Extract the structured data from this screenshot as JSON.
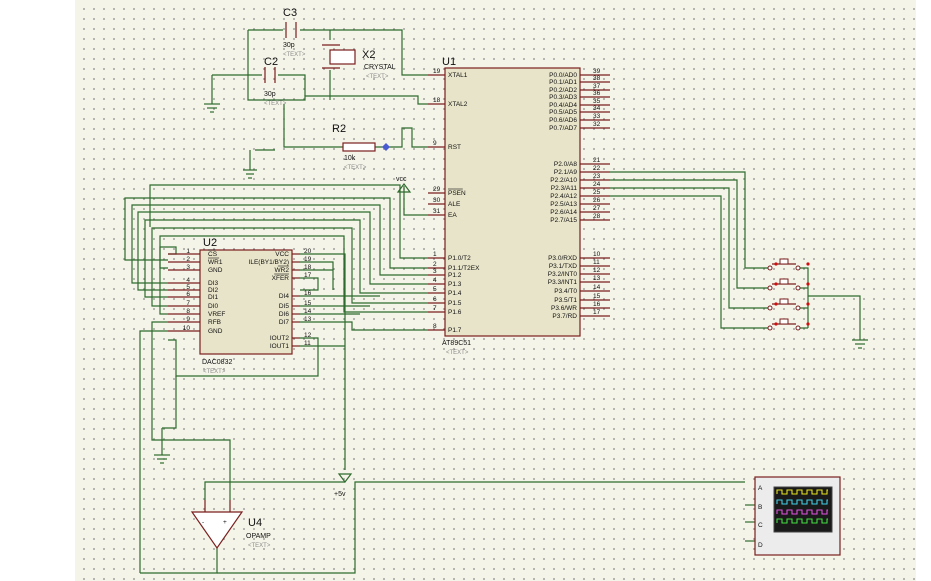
{
  "placeholder_text": "<TEXT>",
  "vcc_label": "vcc",
  "plus5_label": "+5v",
  "components": {
    "c3": {
      "ref": "C3",
      "value": "30p"
    },
    "c2": {
      "ref": "C2",
      "value": "30p"
    },
    "x2": {
      "ref": "X2",
      "value": "CRYSTAL"
    },
    "r2": {
      "ref": "R2",
      "value": "10k"
    },
    "u1": {
      "ref": "U1",
      "part": "AT89C51"
    },
    "u2": {
      "ref": "U2",
      "part": "DAC0832"
    },
    "u4": {
      "ref": "U4",
      "part": "OPAMP"
    }
  },
  "u1_left_pins": [
    {
      "num": "19",
      "label": "XTAL1"
    },
    {
      "num": "18",
      "label": "XTAL2"
    },
    {
      "num": "9",
      "label": "RST"
    },
    {
      "num": "29",
      "label": "PSEN"
    },
    {
      "num": "30",
      "label": "ALE"
    },
    {
      "num": "31",
      "label": "EA"
    },
    {
      "num": "1",
      "label": "P1.0/T2"
    },
    {
      "num": "2",
      "label": "P1.1/T2EX"
    },
    {
      "num": "3",
      "label": "P1.2"
    },
    {
      "num": "4",
      "label": "P1.3"
    },
    {
      "num": "5",
      "label": "P1.4"
    },
    {
      "num": "6",
      "label": "P1.5"
    },
    {
      "num": "7",
      "label": "P1.6"
    },
    {
      "num": "8",
      "label": "P1.7"
    }
  ],
  "u1_right_pins": [
    {
      "num": "39",
      "label": "P0.0/AD0"
    },
    {
      "num": "38",
      "label": "P0.1/AD1"
    },
    {
      "num": "37",
      "label": "P0.2/AD2"
    },
    {
      "num": "36",
      "label": "P0.3/AD3"
    },
    {
      "num": "35",
      "label": "P0.4/AD4"
    },
    {
      "num": "34",
      "label": "P0.5/AD5"
    },
    {
      "num": "33",
      "label": "P0.6/AD6"
    },
    {
      "num": "32",
      "label": "P0.7/AD7"
    },
    {
      "num": "21",
      "label": "P2.0/A8"
    },
    {
      "num": "22",
      "label": "P2.1/A9"
    },
    {
      "num": "23",
      "label": "P2.2/A10"
    },
    {
      "num": "24",
      "label": "P2.3/A11"
    },
    {
      "num": "25",
      "label": "P2.4/A12"
    },
    {
      "num": "26",
      "label": "P2.5/A13"
    },
    {
      "num": "27",
      "label": "P2.6/A14"
    },
    {
      "num": "28",
      "label": "P2.7/A15"
    },
    {
      "num": "10",
      "label": "P3.0/RXD"
    },
    {
      "num": "11",
      "label": "P3.1/TXD"
    },
    {
      "num": "12",
      "label": "P3.2/INT0"
    },
    {
      "num": "13",
      "label": "P3.3/INT1"
    },
    {
      "num": "14",
      "label": "P3.4/T0"
    },
    {
      "num": "15",
      "label": "P3.5/T1"
    },
    {
      "num": "16",
      "label": "P3.6/WR"
    },
    {
      "num": "17",
      "label": "P3.7/RD"
    }
  ],
  "u2_left_pins": [
    {
      "num": "1",
      "label": "CS"
    },
    {
      "num": "2",
      "label": "WR1"
    },
    {
      "num": "3",
      "label": "GND"
    },
    {
      "num": "4",
      "label": "DI3"
    },
    {
      "num": "5",
      "label": "DI2"
    },
    {
      "num": "6",
      "label": "DI1"
    },
    {
      "num": "7",
      "label": "DI0"
    },
    {
      "num": "8",
      "label": "VREF"
    },
    {
      "num": "9",
      "label": "RFB"
    },
    {
      "num": "10",
      "label": "GND"
    }
  ],
  "u2_right_pins": [
    {
      "num": "20",
      "label": "VCC"
    },
    {
      "num": "19",
      "label": "ILE(BY1/BY2)"
    },
    {
      "num": "18",
      "label": "WR2"
    },
    {
      "num": "17",
      "label": "XFER"
    },
    {
      "num": "16",
      "label": "DI4"
    },
    {
      "num": "15",
      "label": "DI5"
    },
    {
      "num": "14",
      "label": "DI6"
    },
    {
      "num": "13",
      "label": "DI7"
    },
    {
      "num": "12",
      "label": "IOUT2"
    },
    {
      "num": "11",
      "label": "IOUT1"
    }
  ],
  "opamp_symbols": {
    "minus": "-",
    "plus": "+"
  },
  "scope_channels": [
    "A",
    "B",
    "C",
    "D"
  ],
  "colors": {
    "wire": "#2f6b2f",
    "component": "#7a1f1f",
    "chip_fill": "#e8e4c9",
    "sheet": "#f5f4e8"
  }
}
